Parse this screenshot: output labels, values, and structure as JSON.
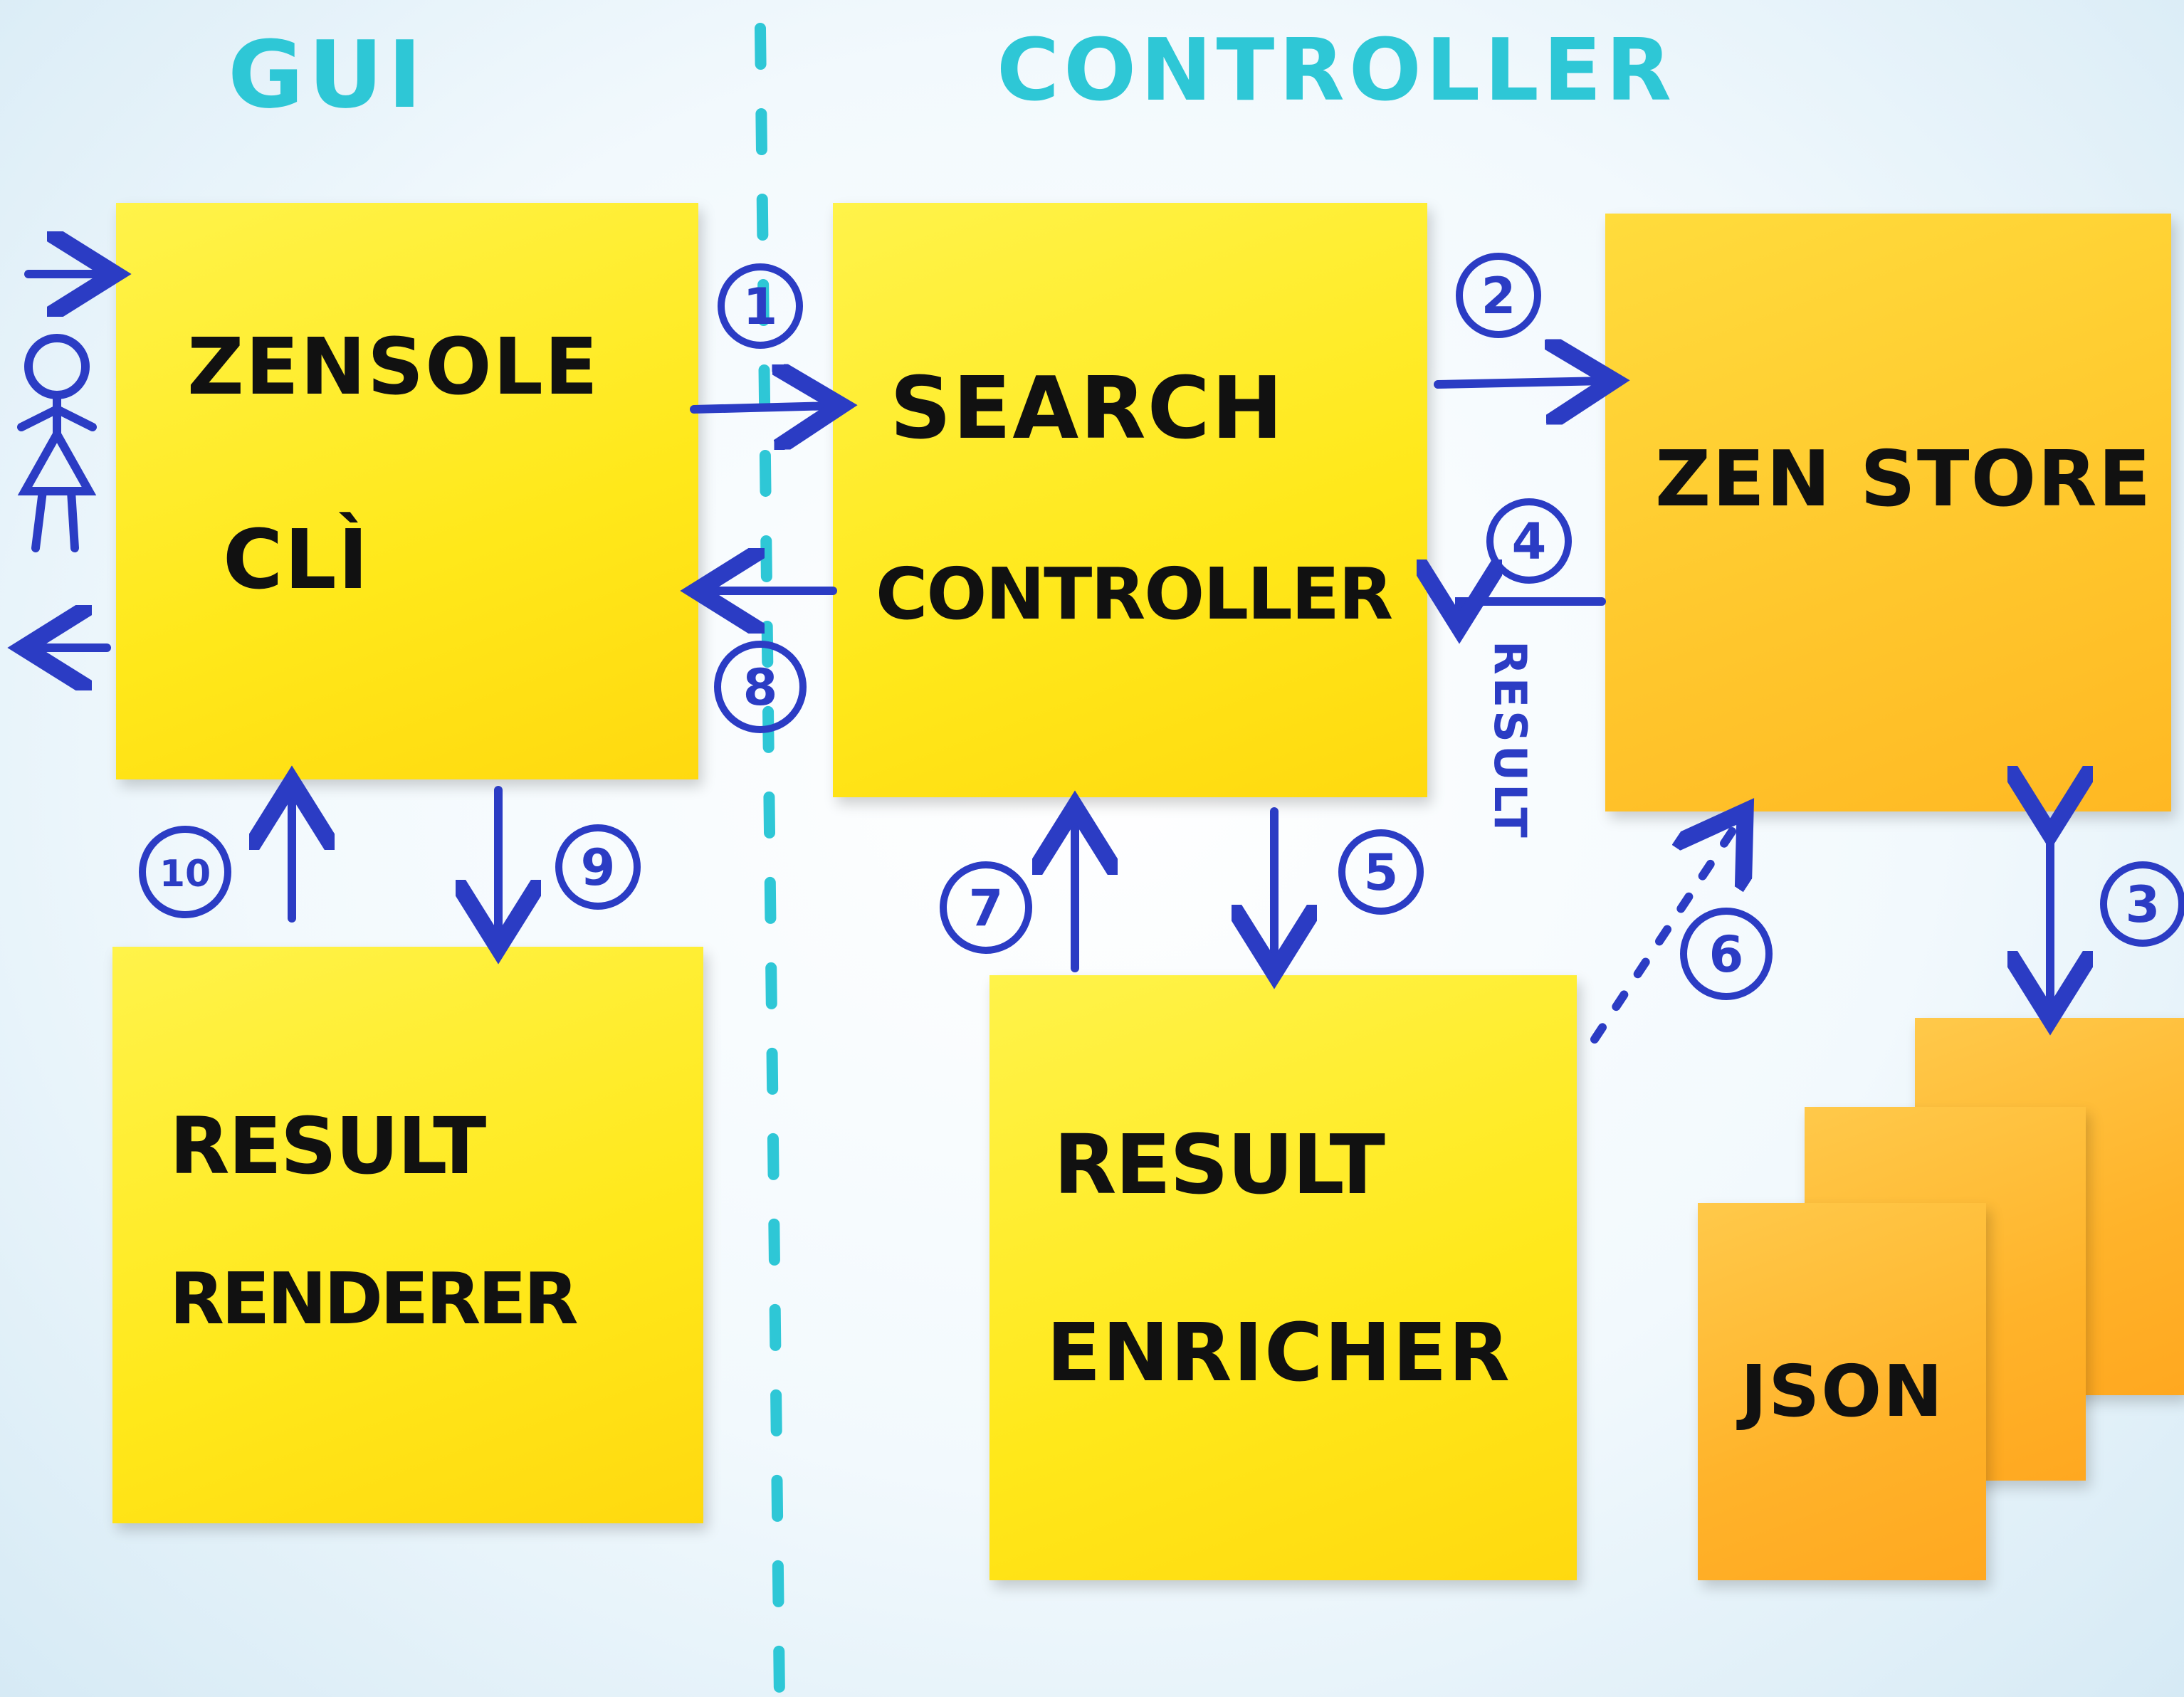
{
  "sections": {
    "gui_title": "GUI",
    "controller_title": "CONTROLLER"
  },
  "notes": {
    "zensole": {
      "line1": "ZENSOLE",
      "line2": "CLÌ"
    },
    "search_controller": {
      "line1": "SEARCH",
      "line2": "CONTROLLER"
    },
    "zen_store": {
      "line1": "ZEN STORE"
    },
    "result_renderer": {
      "line1": "RESULT",
      "line2": "RENDERER"
    },
    "result_enricher": {
      "line1": "RESULT",
      "line2": "ENRICHER"
    },
    "json": {
      "line1": "JSON"
    }
  },
  "steps": [
    "1",
    "2",
    "3",
    "4",
    "5",
    "6",
    "7",
    "8",
    "9",
    "10"
  ],
  "result_label": "RESULT",
  "colors": {
    "marker_blue": "#2b3cc4",
    "teal": "#2ec7d6",
    "sticky_yellow": "#ffe81a",
    "sticky_orange": "#ffb32a"
  }
}
